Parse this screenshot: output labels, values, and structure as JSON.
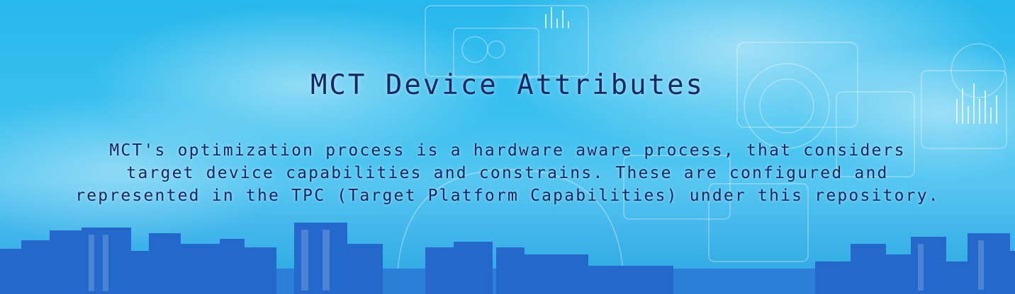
{
  "banner": {
    "headline": "MCT Device Attributes",
    "description_lines": [
      "MCT's optimization process is a hardware aware process, that considers",
      "target device capabilities and constrains. These are configured and",
      "represented in the TPC (Target Platform Capabilities) under this repository."
    ]
  },
  "colors": {
    "sky": "#3bc0ef",
    "text": "#0f2a66",
    "skyline": "#1f63c9"
  }
}
